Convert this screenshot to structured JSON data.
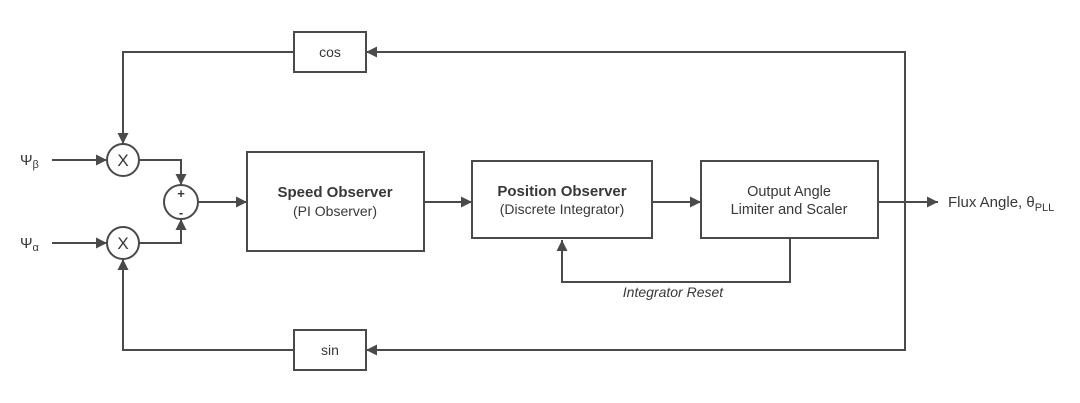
{
  "diagram": {
    "inputs": {
      "psi_beta": {
        "symbol": "Ψ",
        "subscript": "β"
      },
      "psi_alpha": {
        "symbol": "Ψ",
        "subscript": "α"
      }
    },
    "operators": {
      "multiply": "X",
      "sum_plus": "+",
      "sum_minus": "-"
    },
    "blocks": {
      "cos": {
        "label": "cos"
      },
      "sin": {
        "label": "sin"
      },
      "speed_observer": {
        "title": "Speed Observer",
        "subtitle": "(PI Observer)"
      },
      "position_observer": {
        "title": "Position Observer",
        "subtitle": "(Discrete Integrator)"
      },
      "output_angle_limiter": {
        "line1": "Output Angle",
        "line2": "Limiter and Scaler"
      }
    },
    "annotations": {
      "integrator_reset": "Integrator Reset",
      "output_label": {
        "text": "Flux Angle, θ",
        "subscript": "PLL"
      }
    },
    "colors": {
      "background": "#ffffff",
      "line": "#4a4a4a",
      "text": "#383838"
    }
  }
}
